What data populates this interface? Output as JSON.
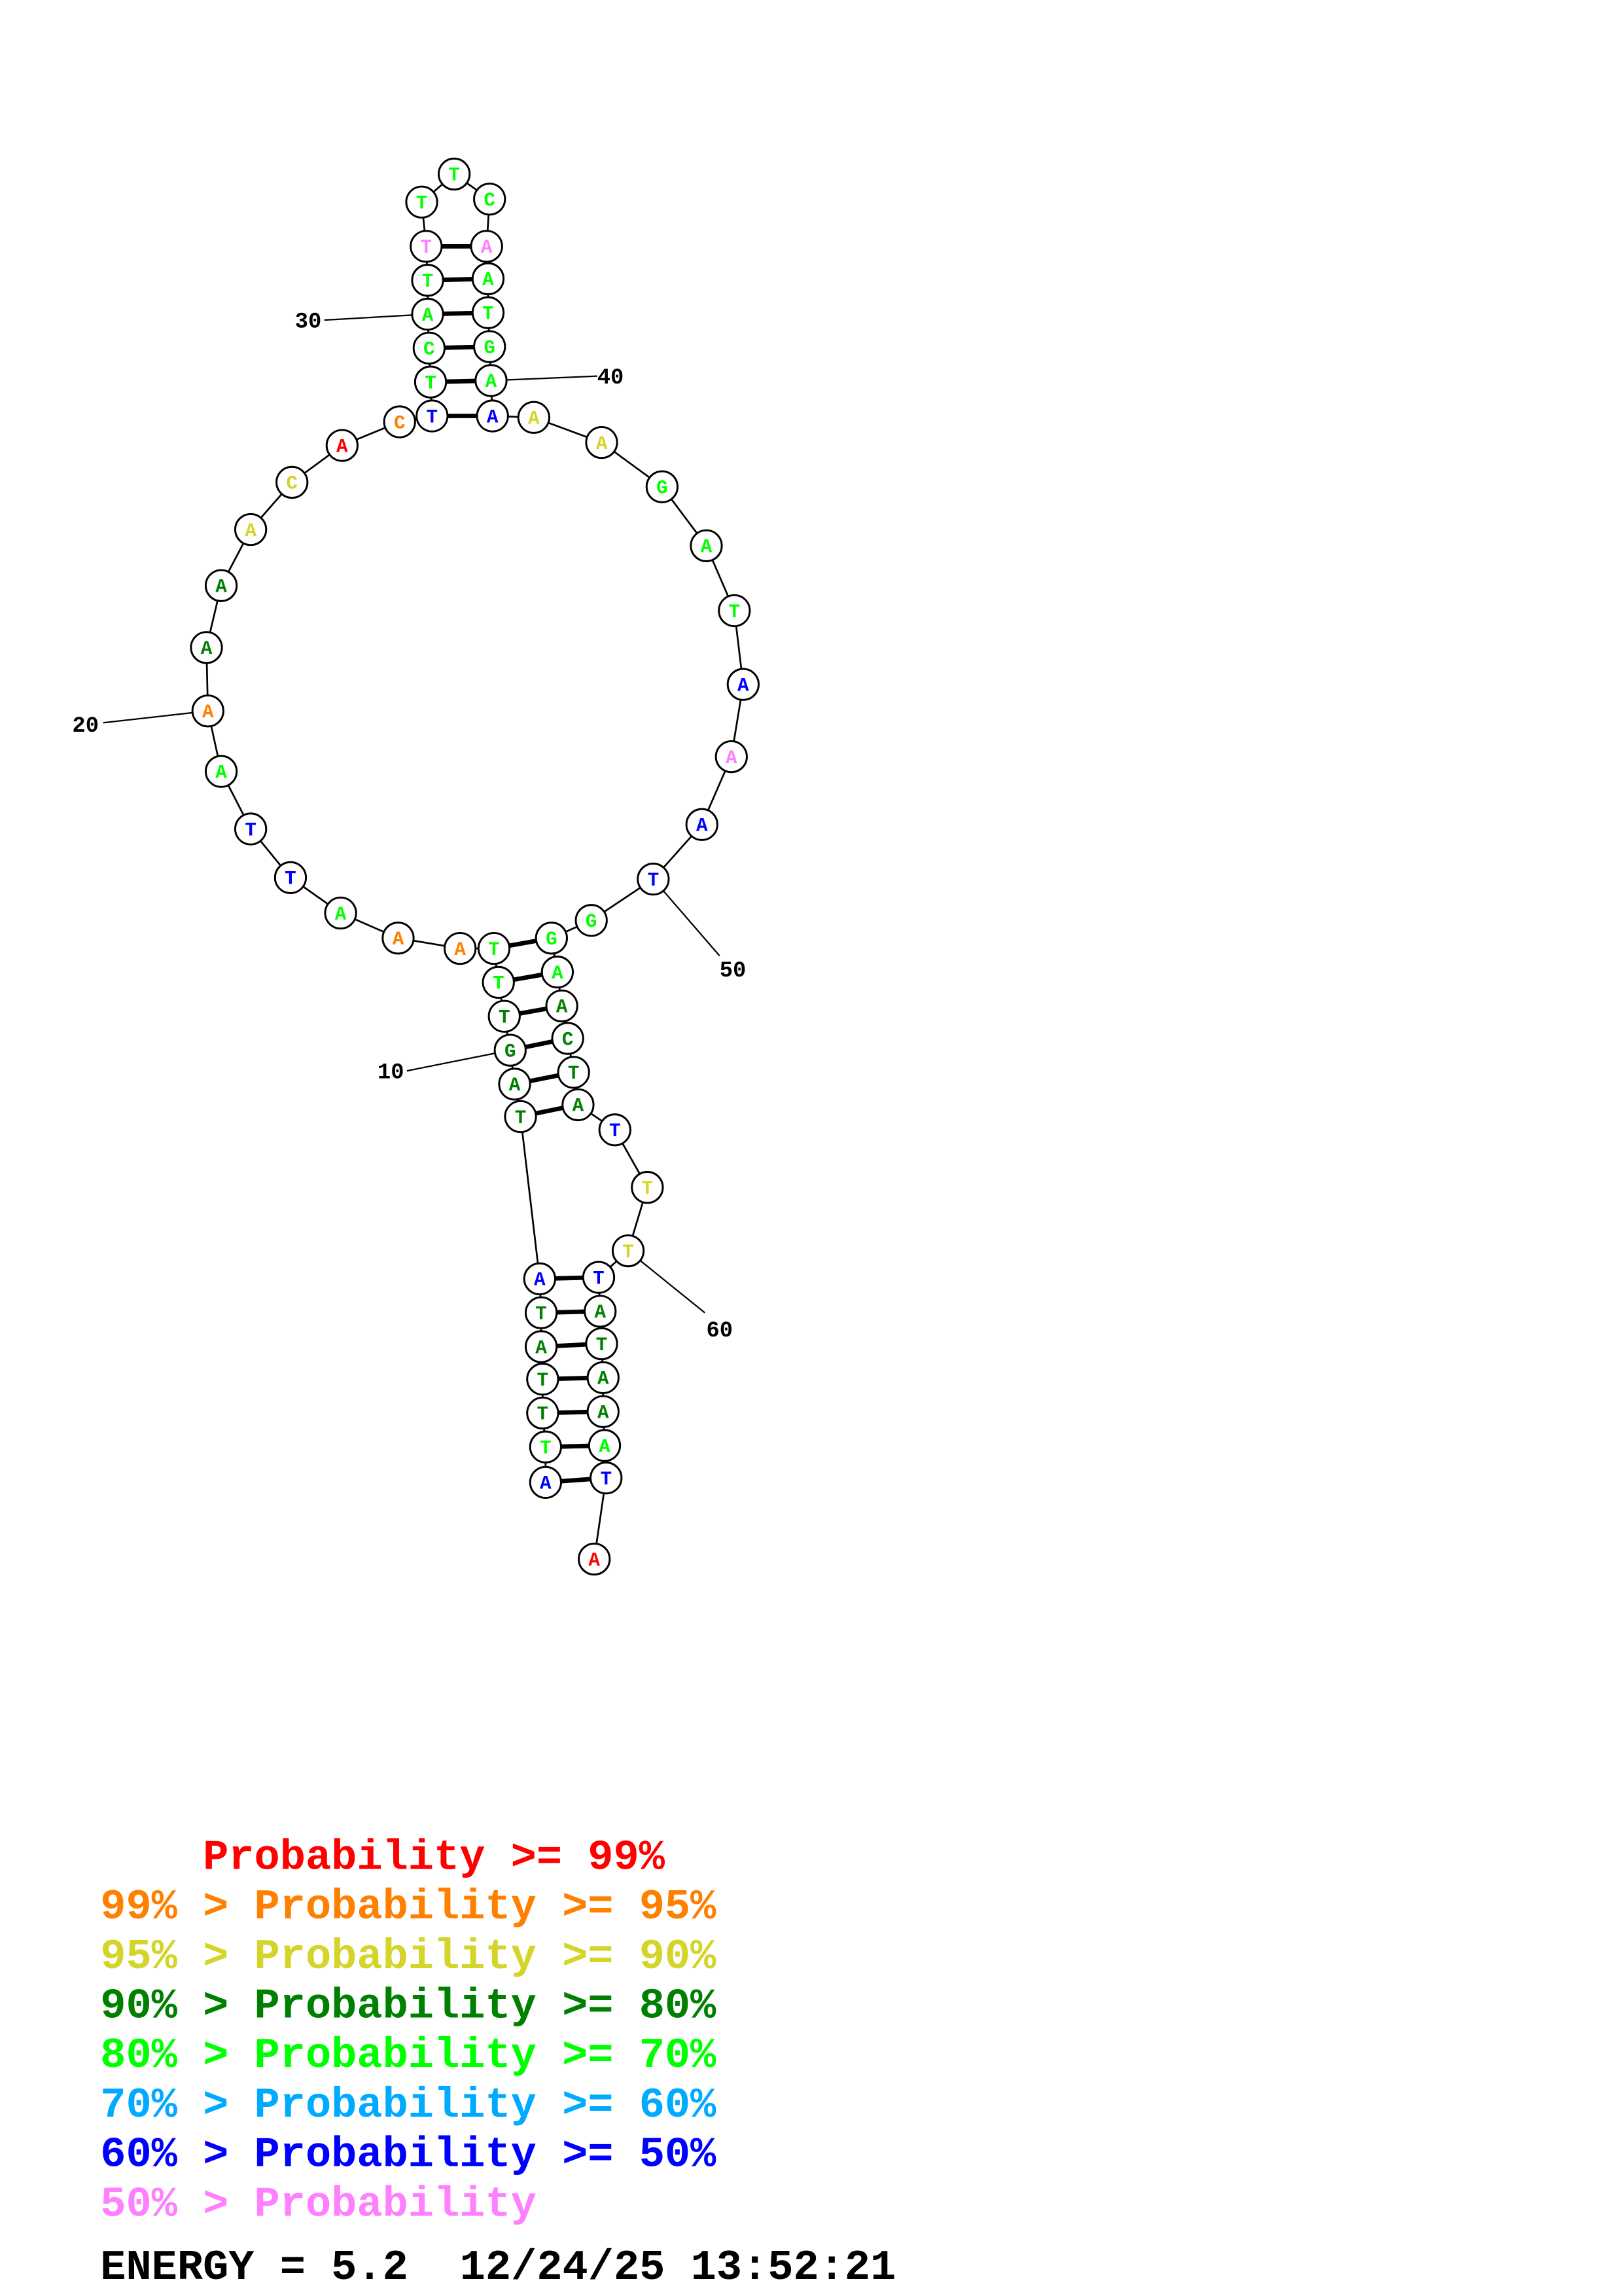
{
  "colors": {
    "p99": "#ff0000",
    "p95": "#ff8000",
    "p90": "#d4d42a",
    "p80": "#008000",
    "p70": "#00ff00",
    "p60": "#00aaff",
    "p50": "#0000ff",
    "plow": "#ff80ff"
  },
  "sequence": [
    {
      "b": "A",
      "c": "p50"
    },
    {
      "b": "T",
      "c": "p70"
    },
    {
      "b": "T",
      "c": "p80"
    },
    {
      "b": "T",
      "c": "p80"
    },
    {
      "b": "A",
      "c": "p80"
    },
    {
      "b": "T",
      "c": "p80"
    },
    {
      "b": "A",
      "c": "p50"
    },
    {
      "b": "T",
      "c": "p80"
    },
    {
      "b": "A",
      "c": "p80"
    },
    {
      "b": "G",
      "c": "p80"
    },
    {
      "b": "T",
      "c": "p80"
    },
    {
      "b": "T",
      "c": "p70"
    },
    {
      "b": "T",
      "c": "p70"
    },
    {
      "b": "A",
      "c": "p95"
    },
    {
      "b": "A",
      "c": "p95"
    },
    {
      "b": "A",
      "c": "p70"
    },
    {
      "b": "T",
      "c": "p50"
    },
    {
      "b": "T",
      "c": "p50"
    },
    {
      "b": "A",
      "c": "p70"
    },
    {
      "b": "A",
      "c": "p95"
    },
    {
      "b": "A",
      "c": "p80"
    },
    {
      "b": "A",
      "c": "p80"
    },
    {
      "b": "A",
      "c": "p90"
    },
    {
      "b": "C",
      "c": "p90"
    },
    {
      "b": "A",
      "c": "p99"
    },
    {
      "b": "C",
      "c": "p95"
    },
    {
      "b": "T",
      "c": "p50"
    },
    {
      "b": "T",
      "c": "p70"
    },
    {
      "b": "C",
      "c": "p70"
    },
    {
      "b": "A",
      "c": "p70"
    },
    {
      "b": "T",
      "c": "p70"
    },
    {
      "b": "T",
      "c": "plow"
    },
    {
      "b": "T",
      "c": "p70"
    },
    {
      "b": "T",
      "c": "p70"
    },
    {
      "b": "C",
      "c": "p70"
    },
    {
      "b": "A",
      "c": "plow"
    },
    {
      "b": "A",
      "c": "p70"
    },
    {
      "b": "T",
      "c": "p70"
    },
    {
      "b": "G",
      "c": "p70"
    },
    {
      "b": "A",
      "c": "p70"
    },
    {
      "b": "A",
      "c": "p50"
    },
    {
      "b": "A",
      "c": "p90"
    },
    {
      "b": "A",
      "c": "p90"
    },
    {
      "b": "G",
      "c": "p70"
    },
    {
      "b": "A",
      "c": "p70"
    },
    {
      "b": "T",
      "c": "p70"
    },
    {
      "b": "A",
      "c": "p50"
    },
    {
      "b": "A",
      "c": "plow"
    },
    {
      "b": "A",
      "c": "p50"
    },
    {
      "b": "T",
      "c": "p50"
    },
    {
      "b": "G",
      "c": "p70"
    },
    {
      "b": "G",
      "c": "p70"
    },
    {
      "b": "A",
      "c": "p70"
    },
    {
      "b": "A",
      "c": "p80"
    },
    {
      "b": "C",
      "c": "p80"
    },
    {
      "b": "T",
      "c": "p80"
    },
    {
      "b": "A",
      "c": "p80"
    },
    {
      "b": "T",
      "c": "p50"
    },
    {
      "b": "T",
      "c": "p90"
    },
    {
      "b": "T",
      "c": "p90"
    },
    {
      "b": "T",
      "c": "p50"
    },
    {
      "b": "A",
      "c": "p80"
    },
    {
      "b": "T",
      "c": "p80"
    },
    {
      "b": "A",
      "c": "p80"
    },
    {
      "b": "A",
      "c": "p80"
    },
    {
      "b": "A",
      "c": "p70"
    },
    {
      "b": "T",
      "c": "p50"
    },
    {
      "b": "A",
      "c": "p99"
    }
  ],
  "pairs": [
    [
      1,
      67
    ],
    [
      2,
      66
    ],
    [
      3,
      65
    ],
    [
      4,
      64
    ],
    [
      5,
      63
    ],
    [
      6,
      62
    ],
    [
      7,
      61
    ],
    [
      8,
      57
    ],
    [
      9,
      56
    ],
    [
      10,
      55
    ],
    [
      11,
      54
    ],
    [
      12,
      53
    ],
    [
      13,
      52
    ],
    [
      27,
      41
    ],
    [
      28,
      40
    ],
    [
      29,
      39
    ],
    [
      30,
      38
    ],
    [
      31,
      37
    ],
    [
      32,
      36
    ]
  ],
  "position_labels": [
    {
      "pos": 10,
      "text": "10"
    },
    {
      "pos": 20,
      "text": "20"
    },
    {
      "pos": 30,
      "text": "30"
    },
    {
      "pos": 40,
      "text": "40"
    },
    {
      "pos": 50,
      "text": "50"
    },
    {
      "pos": 60,
      "text": "60"
    }
  ],
  "legend": [
    {
      "prefix": "    ",
      "text": "Probability >= 99%",
      "c": "p99"
    },
    {
      "prefix": "99% > ",
      "text": "Probability >= 95%",
      "c": "p95"
    },
    {
      "prefix": "95% > ",
      "text": "Probability >= 90%",
      "c": "p90"
    },
    {
      "prefix": "90% > ",
      "text": "Probability >= 80%",
      "c": "p80"
    },
    {
      "prefix": "80% > ",
      "text": "Probability >= 70%",
      "c": "p70"
    },
    {
      "prefix": "70% > ",
      "text": "Probability >= 60%",
      "c": "p60"
    },
    {
      "prefix": "60% > ",
      "text": "Probability >= 50%",
      "c": "p50"
    },
    {
      "prefix": "50% > ",
      "text": "Probability",
      "c": "plow"
    }
  ],
  "footer": {
    "energy": "ENERGY = 5.2",
    "timestamp": "12/24/25 13:52:21"
  }
}
